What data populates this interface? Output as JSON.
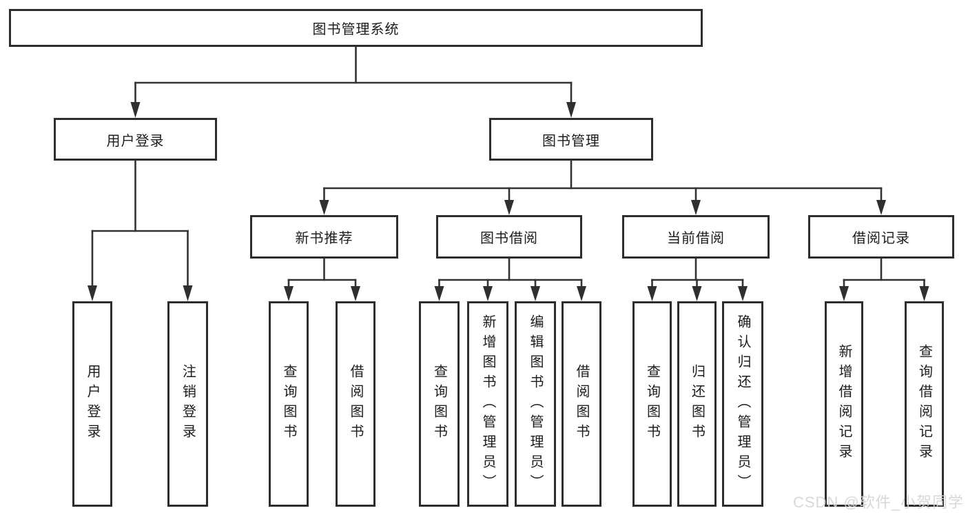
{
  "colors": {
    "line": "#333333",
    "box_border": "#2d2d2d",
    "text": "#1c1c1c",
    "watermark": "#d5d5d5"
  },
  "watermark": {
    "text": "CSDN @软件_小贺同学"
  },
  "diagram": {
    "type": "hierarchy-tree",
    "root": {
      "label": "图书管理系统"
    },
    "branches": [
      {
        "label": "用户登录",
        "children": [
          {
            "label": "用户登录"
          },
          {
            "label": "注销登录"
          }
        ]
      },
      {
        "label": "图书管理",
        "children": [
          {
            "label": "新书推荐",
            "children": [
              {
                "label": "查询图书"
              },
              {
                "label": "借阅图书"
              }
            ]
          },
          {
            "label": "图书借阅",
            "children": [
              {
                "label": "查询图书"
              },
              {
                "label": "新增图书（管理员）"
              },
              {
                "label": "编辑图书（管理员）"
              },
              {
                "label": "借阅图书"
              }
            ]
          },
          {
            "label": "当前借阅",
            "children": [
              {
                "label": "查询图书"
              },
              {
                "label": "归还图书"
              },
              {
                "label": "确认归还（管理员）"
              }
            ]
          },
          {
            "label": "借阅记录",
            "children": [
              {
                "label": "新增借阅记录"
              },
              {
                "label": "查询借阅记录"
              }
            ]
          }
        ]
      }
    ]
  }
}
